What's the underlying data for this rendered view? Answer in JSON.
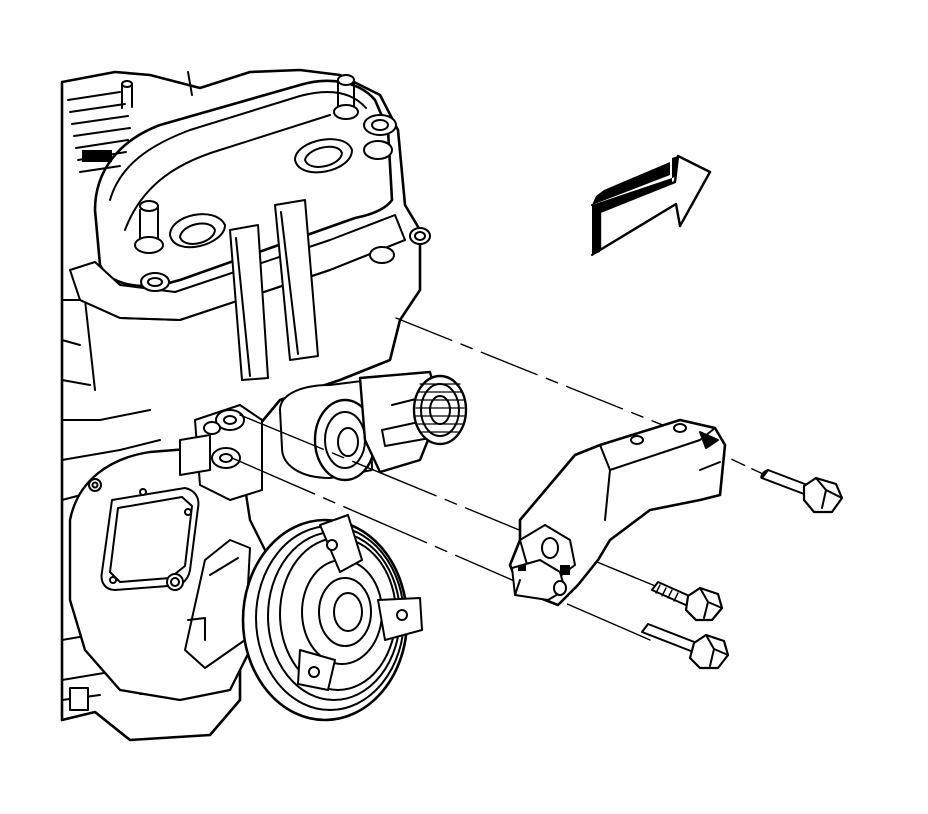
{
  "figure": {
    "kind": "exploded-view line illustration",
    "background": "#ffffff",
    "line_color": "#000000",
    "fill_color": "#ffffff",
    "shade_color": "#1a1a1a"
  },
  "parts": [
    {
      "id": "engine-block",
      "icon": "engine-block-icon"
    },
    {
      "id": "cylinder-head-cover",
      "icon": "valve-cover-icon"
    },
    {
      "id": "drive-belt-tensioner",
      "icon": "tensioner-pulley-icon"
    },
    {
      "id": "crankshaft-balancer",
      "icon": "balancer-pulley-icon"
    },
    {
      "id": "timing-cover",
      "icon": "timing-cover-icon"
    },
    {
      "id": "engine-mount-bracket",
      "icon": "mount-bracket-icon"
    },
    {
      "id": "bolt-upper",
      "icon": "bolt-icon"
    },
    {
      "id": "bolt-middle",
      "icon": "bolt-icon"
    },
    {
      "id": "bolt-lower",
      "icon": "bolt-icon"
    }
  ],
  "orientation_arrow": {
    "icon": "front-direction-arrow-icon"
  }
}
